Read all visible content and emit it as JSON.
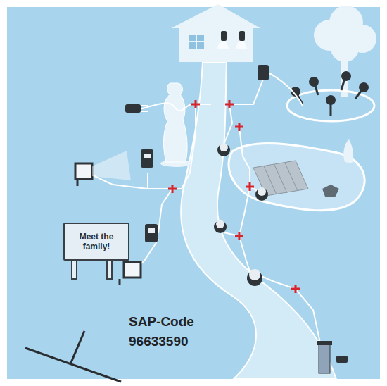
{
  "diagram": {
    "nodes": [
      {
        "text": [
          "Meet the family!"
        ]
      }
    ],
    "labels": [
      "SAP-Code",
      "96633590"
    ]
  }
}
